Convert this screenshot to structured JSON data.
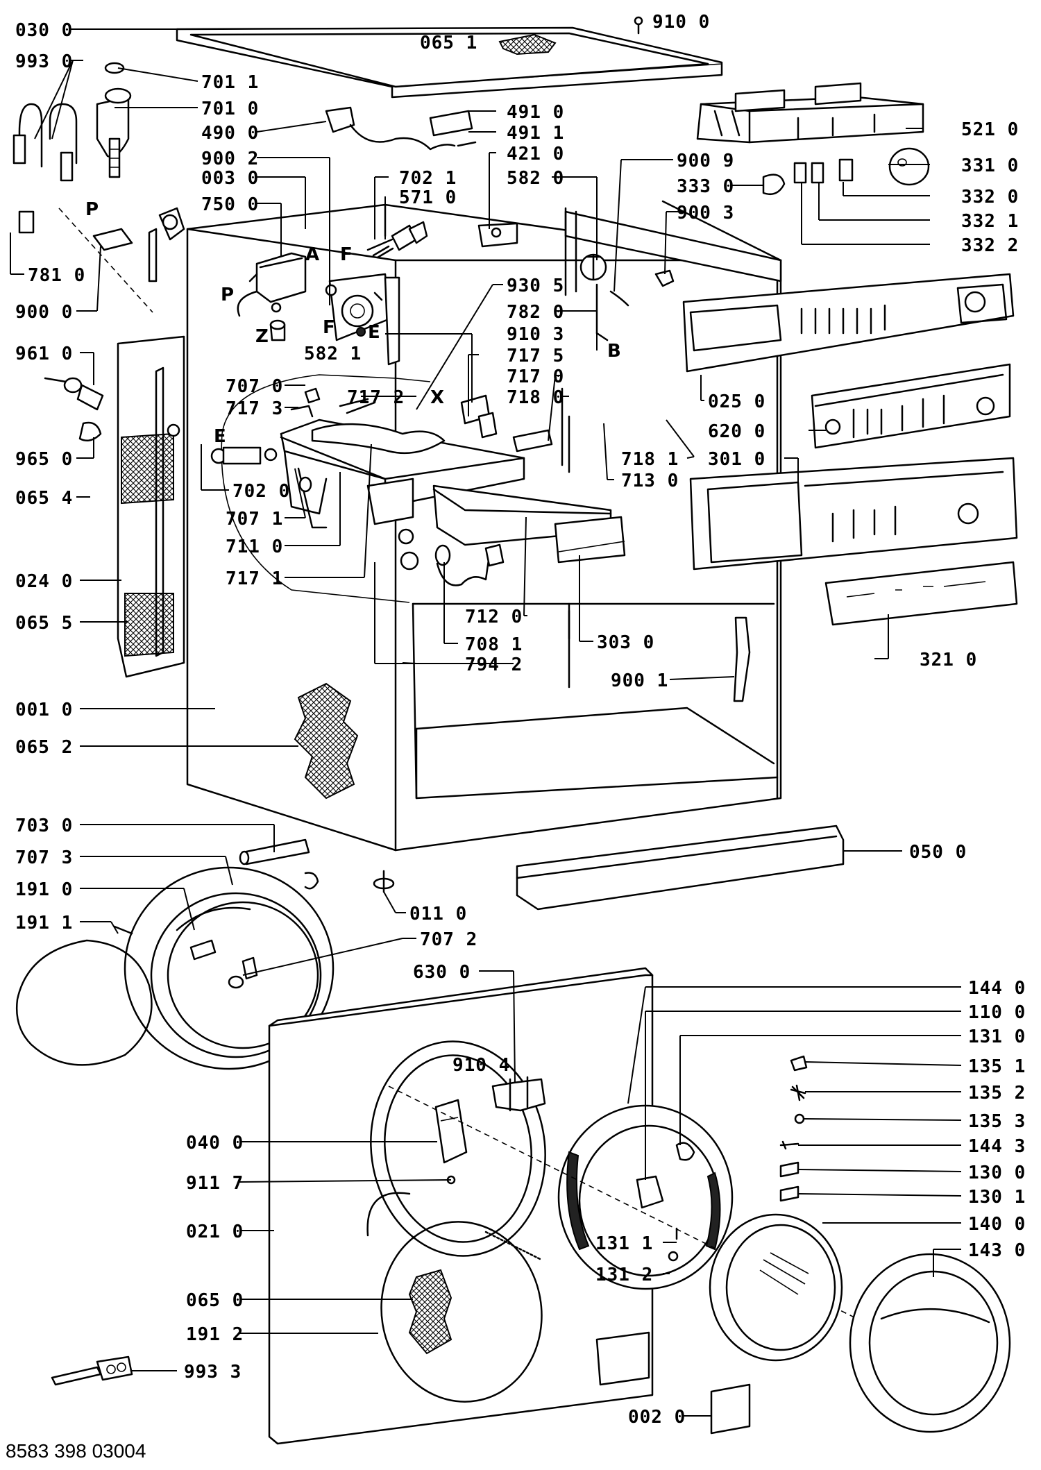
{
  "footer_code": "8583 398 03004",
  "callouts": [
    {
      "id": "0300",
      "text": "030 0"
    },
    {
      "id": "9930",
      "text": "993 0"
    },
    {
      "id": "0651a",
      "text": "065 1"
    },
    {
      "id": "9100",
      "text": "910 0"
    },
    {
      "id": "7011",
      "text": "701 1"
    },
    {
      "id": "7010",
      "text": "701 0"
    },
    {
      "id": "4900",
      "text": "490 0"
    },
    {
      "id": "4910",
      "text": "491 0"
    },
    {
      "id": "4911",
      "text": "491 1"
    },
    {
      "id": "9002",
      "text": "900 2"
    },
    {
      "id": "4210",
      "text": "421 0"
    },
    {
      "id": "0030",
      "text": "003 0"
    },
    {
      "id": "5820",
      "text": "582 0"
    },
    {
      "id": "7021",
      "text": "702 1"
    },
    {
      "id": "7500",
      "text": "750 0"
    },
    {
      "id": "5710",
      "text": "571 0"
    },
    {
      "id": "5210",
      "text": "521 0"
    },
    {
      "id": "9009",
      "text": "900 9"
    },
    {
      "id": "3330",
      "text": "333 0"
    },
    {
      "id": "3310",
      "text": "331 0"
    },
    {
      "id": "3320",
      "text": "332 0"
    },
    {
      "id": "9003",
      "text": "900 3"
    },
    {
      "id": "3321",
      "text": "332 1"
    },
    {
      "id": "3322",
      "text": "332 2"
    },
    {
      "id": "7810",
      "text": "781 0"
    },
    {
      "id": "9000",
      "text": "900 0"
    },
    {
      "id": "9305",
      "text": "930 5"
    },
    {
      "id": "7820",
      "text": "782 0"
    },
    {
      "id": "5821",
      "text": "582 1"
    },
    {
      "id": "9103",
      "text": "910 3"
    },
    {
      "id": "9610",
      "text": "961 0"
    },
    {
      "id": "7175",
      "text": "717 5"
    },
    {
      "id": "7170",
      "text": "717 0"
    },
    {
      "id": "7070",
      "text": "707 0"
    },
    {
      "id": "7180",
      "text": "718 0"
    },
    {
      "id": "7173",
      "text": "717 3"
    },
    {
      "id": "7172",
      "text": "717 2"
    },
    {
      "id": "0250",
      "text": "025 0"
    },
    {
      "id": "6200",
      "text": "620 0"
    },
    {
      "id": "9650",
      "text": "965 0"
    },
    {
      "id": "7181",
      "text": "718 1"
    },
    {
      "id": "3010",
      "text": "301 0"
    },
    {
      "id": "0654",
      "text": "065 4"
    },
    {
      "id": "7020",
      "text": "702 0"
    },
    {
      "id": "7130",
      "text": "713 0"
    },
    {
      "id": "7071",
      "text": "707 1"
    },
    {
      "id": "7110",
      "text": "711 0"
    },
    {
      "id": "0240",
      "text": "024 0"
    },
    {
      "id": "7171",
      "text": "717 1"
    },
    {
      "id": "0655",
      "text": "065 5"
    },
    {
      "id": "7120",
      "text": "712 0"
    },
    {
      "id": "7081",
      "text": "708 1"
    },
    {
      "id": "3030",
      "text": "303 0"
    },
    {
      "id": "7942",
      "text": "794 2"
    },
    {
      "id": "3210",
      "text": "321 0"
    },
    {
      "id": "9001",
      "text": "900 1"
    },
    {
      "id": "0010",
      "text": "001 0"
    },
    {
      "id": "0652",
      "text": "065 2"
    },
    {
      "id": "7030",
      "text": "703 0"
    },
    {
      "id": "0500",
      "text": "050 0"
    },
    {
      "id": "7073",
      "text": "707 3"
    },
    {
      "id": "1910",
      "text": "191 0"
    },
    {
      "id": "0110",
      "text": "011 0"
    },
    {
      "id": "1911",
      "text": "191 1"
    },
    {
      "id": "7072",
      "text": "707 2"
    },
    {
      "id": "6300",
      "text": "630 0"
    },
    {
      "id": "1440",
      "text": "144 0"
    },
    {
      "id": "1100",
      "text": "110 0"
    },
    {
      "id": "1310",
      "text": "131 0"
    },
    {
      "id": "9104",
      "text": "910 4"
    },
    {
      "id": "1351",
      "text": "135 1"
    },
    {
      "id": "1352",
      "text": "135 2"
    },
    {
      "id": "0400",
      "text": "040 0"
    },
    {
      "id": "1353",
      "text": "135 3"
    },
    {
      "id": "1443",
      "text": "144 3"
    },
    {
      "id": "9117",
      "text": "911 7"
    },
    {
      "id": "1300",
      "text": "130 0"
    },
    {
      "id": "1301",
      "text": "130 1"
    },
    {
      "id": "0210",
      "text": "021 0"
    },
    {
      "id": "1400",
      "text": "140 0"
    },
    {
      "id": "1311",
      "text": "131 1"
    },
    {
      "id": "1430",
      "text": "143 0"
    },
    {
      "id": "1312",
      "text": "131 2"
    },
    {
      "id": "0650",
      "text": "065 0"
    },
    {
      "id": "1912",
      "text": "191 2"
    },
    {
      "id": "9933",
      "text": "993 3"
    },
    {
      "id": "0020",
      "text": "002 0"
    }
  ],
  "letters": [
    {
      "id": "P1",
      "text": "P"
    },
    {
      "id": "A",
      "text": "A"
    },
    {
      "id": "F1",
      "text": "F"
    },
    {
      "id": "P2",
      "text": "P"
    },
    {
      "id": "F2",
      "text": "F"
    },
    {
      "id": "E1",
      "text": "E"
    },
    {
      "id": "Z",
      "text": "Z"
    },
    {
      "id": "B",
      "text": "B"
    },
    {
      "id": "X",
      "text": "X"
    },
    {
      "id": "E2",
      "text": "E"
    }
  ]
}
